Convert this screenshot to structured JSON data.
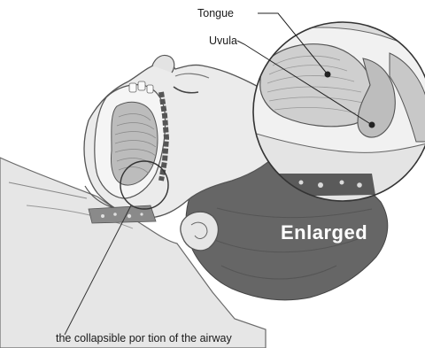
{
  "labels": {
    "tongue": "Tongue",
    "uvula": "Uvula",
    "enlarged": "Enlarged",
    "caption": "the collapsible por tion of the airway"
  },
  "colors": {
    "skin": "#e9e9e9",
    "skin_shade": "#d4d4d4",
    "outline": "#555555",
    "hair": "#666666",
    "tissue": "#b9b9b9",
    "dark_tissue": "#4a4a4a"
  }
}
